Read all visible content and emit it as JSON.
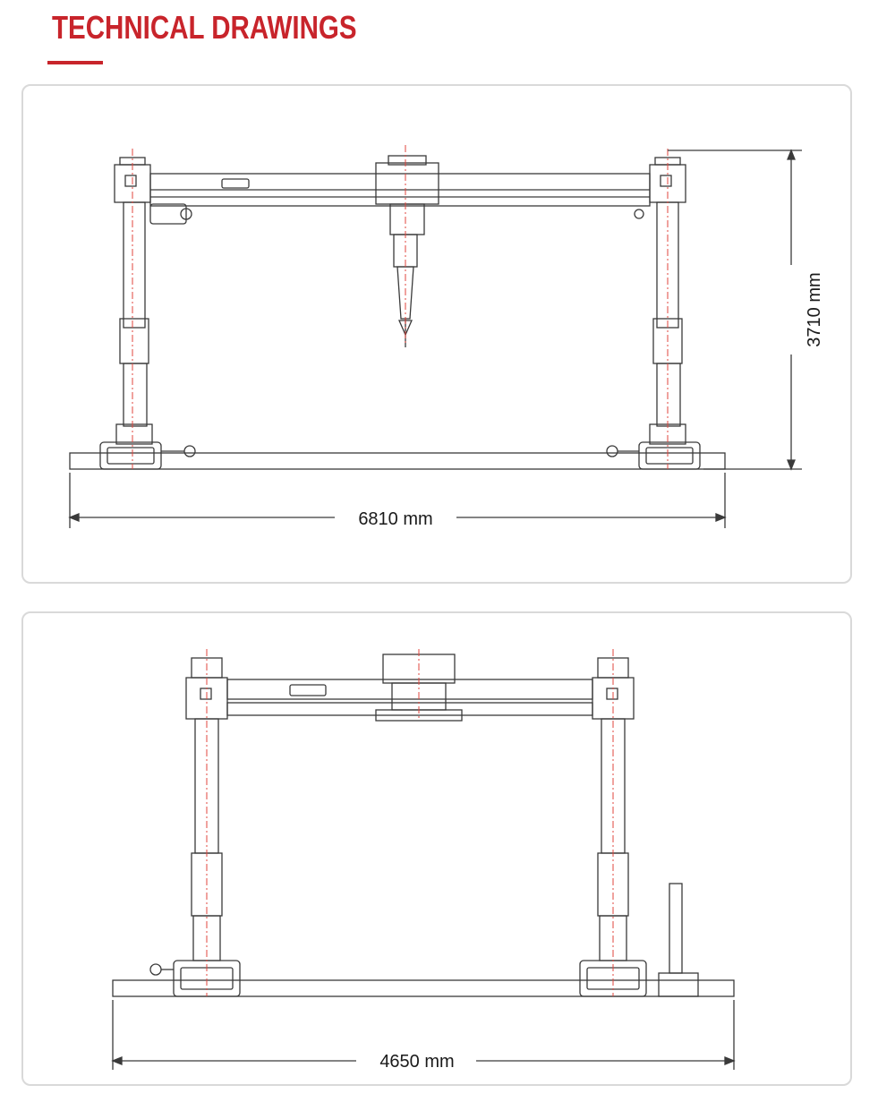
{
  "header": {
    "title": "TECHNICAL DRAWINGS"
  },
  "drawings": [
    {
      "view": "front-view",
      "width_label": "6810 mm",
      "height_label": "3710 mm"
    },
    {
      "view": "side-view",
      "width_label": "4650 mm"
    }
  ],
  "colors": {
    "accent": "#c8242b",
    "line": "#3a3a3a",
    "centerline": "#e0453d",
    "panel_border": "#d9d9d9"
  }
}
